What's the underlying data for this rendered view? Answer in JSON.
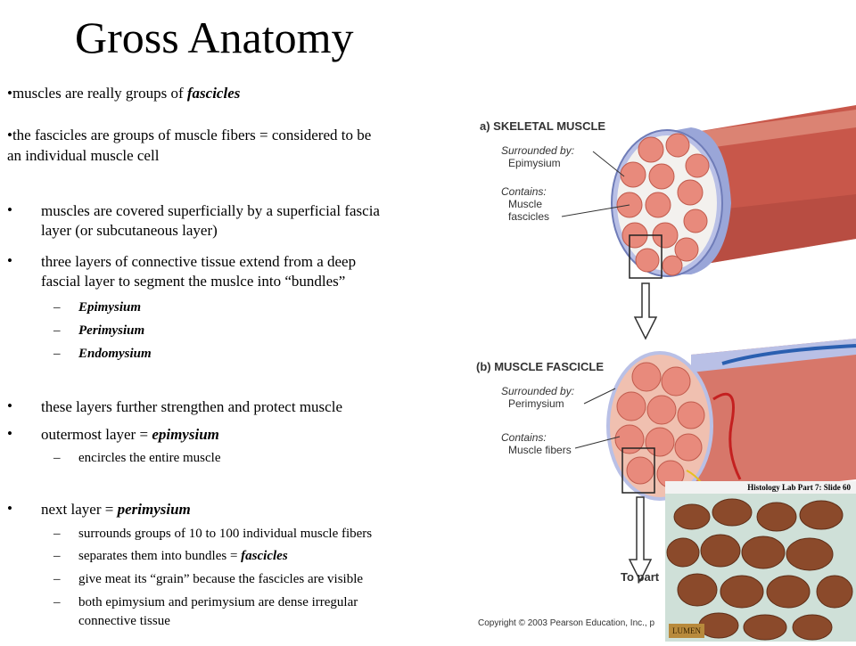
{
  "title": "Gross Anatomy",
  "bullets": {
    "b1": {
      "prefix": "muscles are really groups of ",
      "em": "fascicles"
    },
    "b2": {
      "line1": "the fascicles are groups of muscle fibers = considered to be",
      "line2": "an  individual muscle cell"
    },
    "b3": {
      "line1": "muscles are covered superficially by a superficial fascia",
      "line2": "layer (or subcutaneous layer)"
    },
    "b4": {
      "line1": "three layers of connective tissue extend from a deep",
      "line2": "fascial layer to segment the muslce into “bundles”"
    },
    "layers": [
      "Epimysium",
      "Perimysium",
      "Endomysium"
    ],
    "b5": "these layers further strengthen and protect muscle",
    "b6": {
      "prefix": "outermost layer = ",
      "em": "epimysium"
    },
    "b6sub": "encircles the entire muscle",
    "b7": {
      "prefix": "next layer = ",
      "em": "perimysium"
    },
    "b7subs": [
      {
        "text": "surrounds groups of 10 to 100 individual muscle fibers"
      },
      {
        "prefix": "separates them into bundles = ",
        "em": "fascicles"
      },
      {
        "text": "give meat its “grain” because the fascicles are visible"
      },
      {
        "line1": "both epimysium and perimysium are dense irregular",
        "line2": "connective tissue"
      }
    ]
  },
  "figure": {
    "a_label": "a) SKELETAL MUSCLE",
    "a_surround": "Surrounded by:",
    "a_surround_val": "Epimysium",
    "a_contains": "Contains:",
    "a_contains_val1": "Muscle",
    "a_contains_val2": "fascicles",
    "b_label": "(b) MUSCLE FASCICLE",
    "b_surround": "Surrounded by:",
    "b_surround_val": "Perimysium",
    "b_contains": "Contains:",
    "b_contains_val": "Muscle fibers",
    "to_part": "To part",
    "copyright": "Copyright © 2003 Pearson Education, Inc., p",
    "histo_caption": "Histology Lab Part 7: Slide 60",
    "lumen": "LUMEN"
  },
  "colors": {
    "muscle_red": "#c8574a",
    "fascia_blue": "#9aa6d8",
    "fiber_pink": "#e88a7c"
  }
}
